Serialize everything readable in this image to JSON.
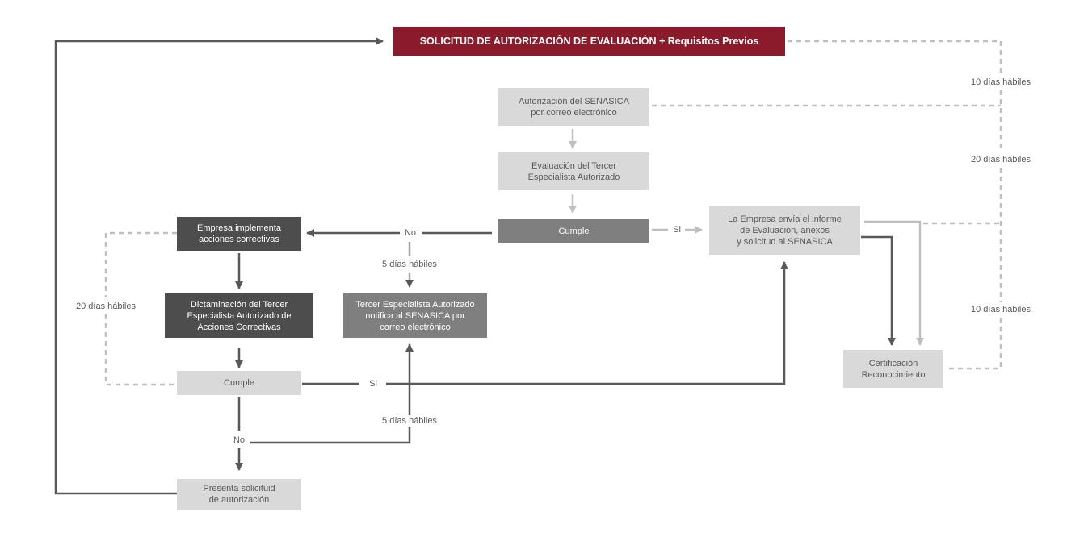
{
  "diagram": {
    "title": "SOLICITUD DE AUTORIZACIÓN DE EVALUACIÓN + Requisitos Previos",
    "nodes": {
      "autorizacion": "Autorización del SENASICA\npor correo electrónico",
      "evaluacion": "Evaluación del Tercer\nEspecialista Autorizado",
      "cumple_main": "Cumple",
      "empresa_envia": "La Empresa envía el informe\nde Evaluación, anexos\ny solicitud al SENASICA",
      "empresa_implementa": "Empresa implementa\nacciones correctivas",
      "tercer_notifica": "Tercer Especialista Autorizado\nnotifica al SENASICA por\ncorreo electrónico",
      "dictaminacion": "Dictaminación del Tercer\nEspecialista Autorizado de\nAcciones Correctivas",
      "cumple_second": "Cumple",
      "certificacion": "Certificación\nReconocimiento",
      "presenta": "Presenta solicituid\nde autorización"
    },
    "labels": {
      "si_main": "Si",
      "no_main": "No",
      "dias_5_top": "5 días hábiles",
      "dias_20_left": "20 días hábiles",
      "si_second": "Si",
      "no_second": "No",
      "dias_5_bottom": "5 días hábiles",
      "dias_10_top": "10 días hábiles",
      "dias_20_right": "20 días hábiles",
      "dias_10_bottom": "10 días hábiles"
    },
    "colors": {
      "title_bg": "#8b1a2b",
      "light_box": "#d9d9d9",
      "mid_box": "#a6a6a6",
      "darkgray_box": "#7f7f7f",
      "dark_box": "#4d4d4d",
      "dark_line": "#595959",
      "light_line": "#bfbfbf"
    }
  }
}
